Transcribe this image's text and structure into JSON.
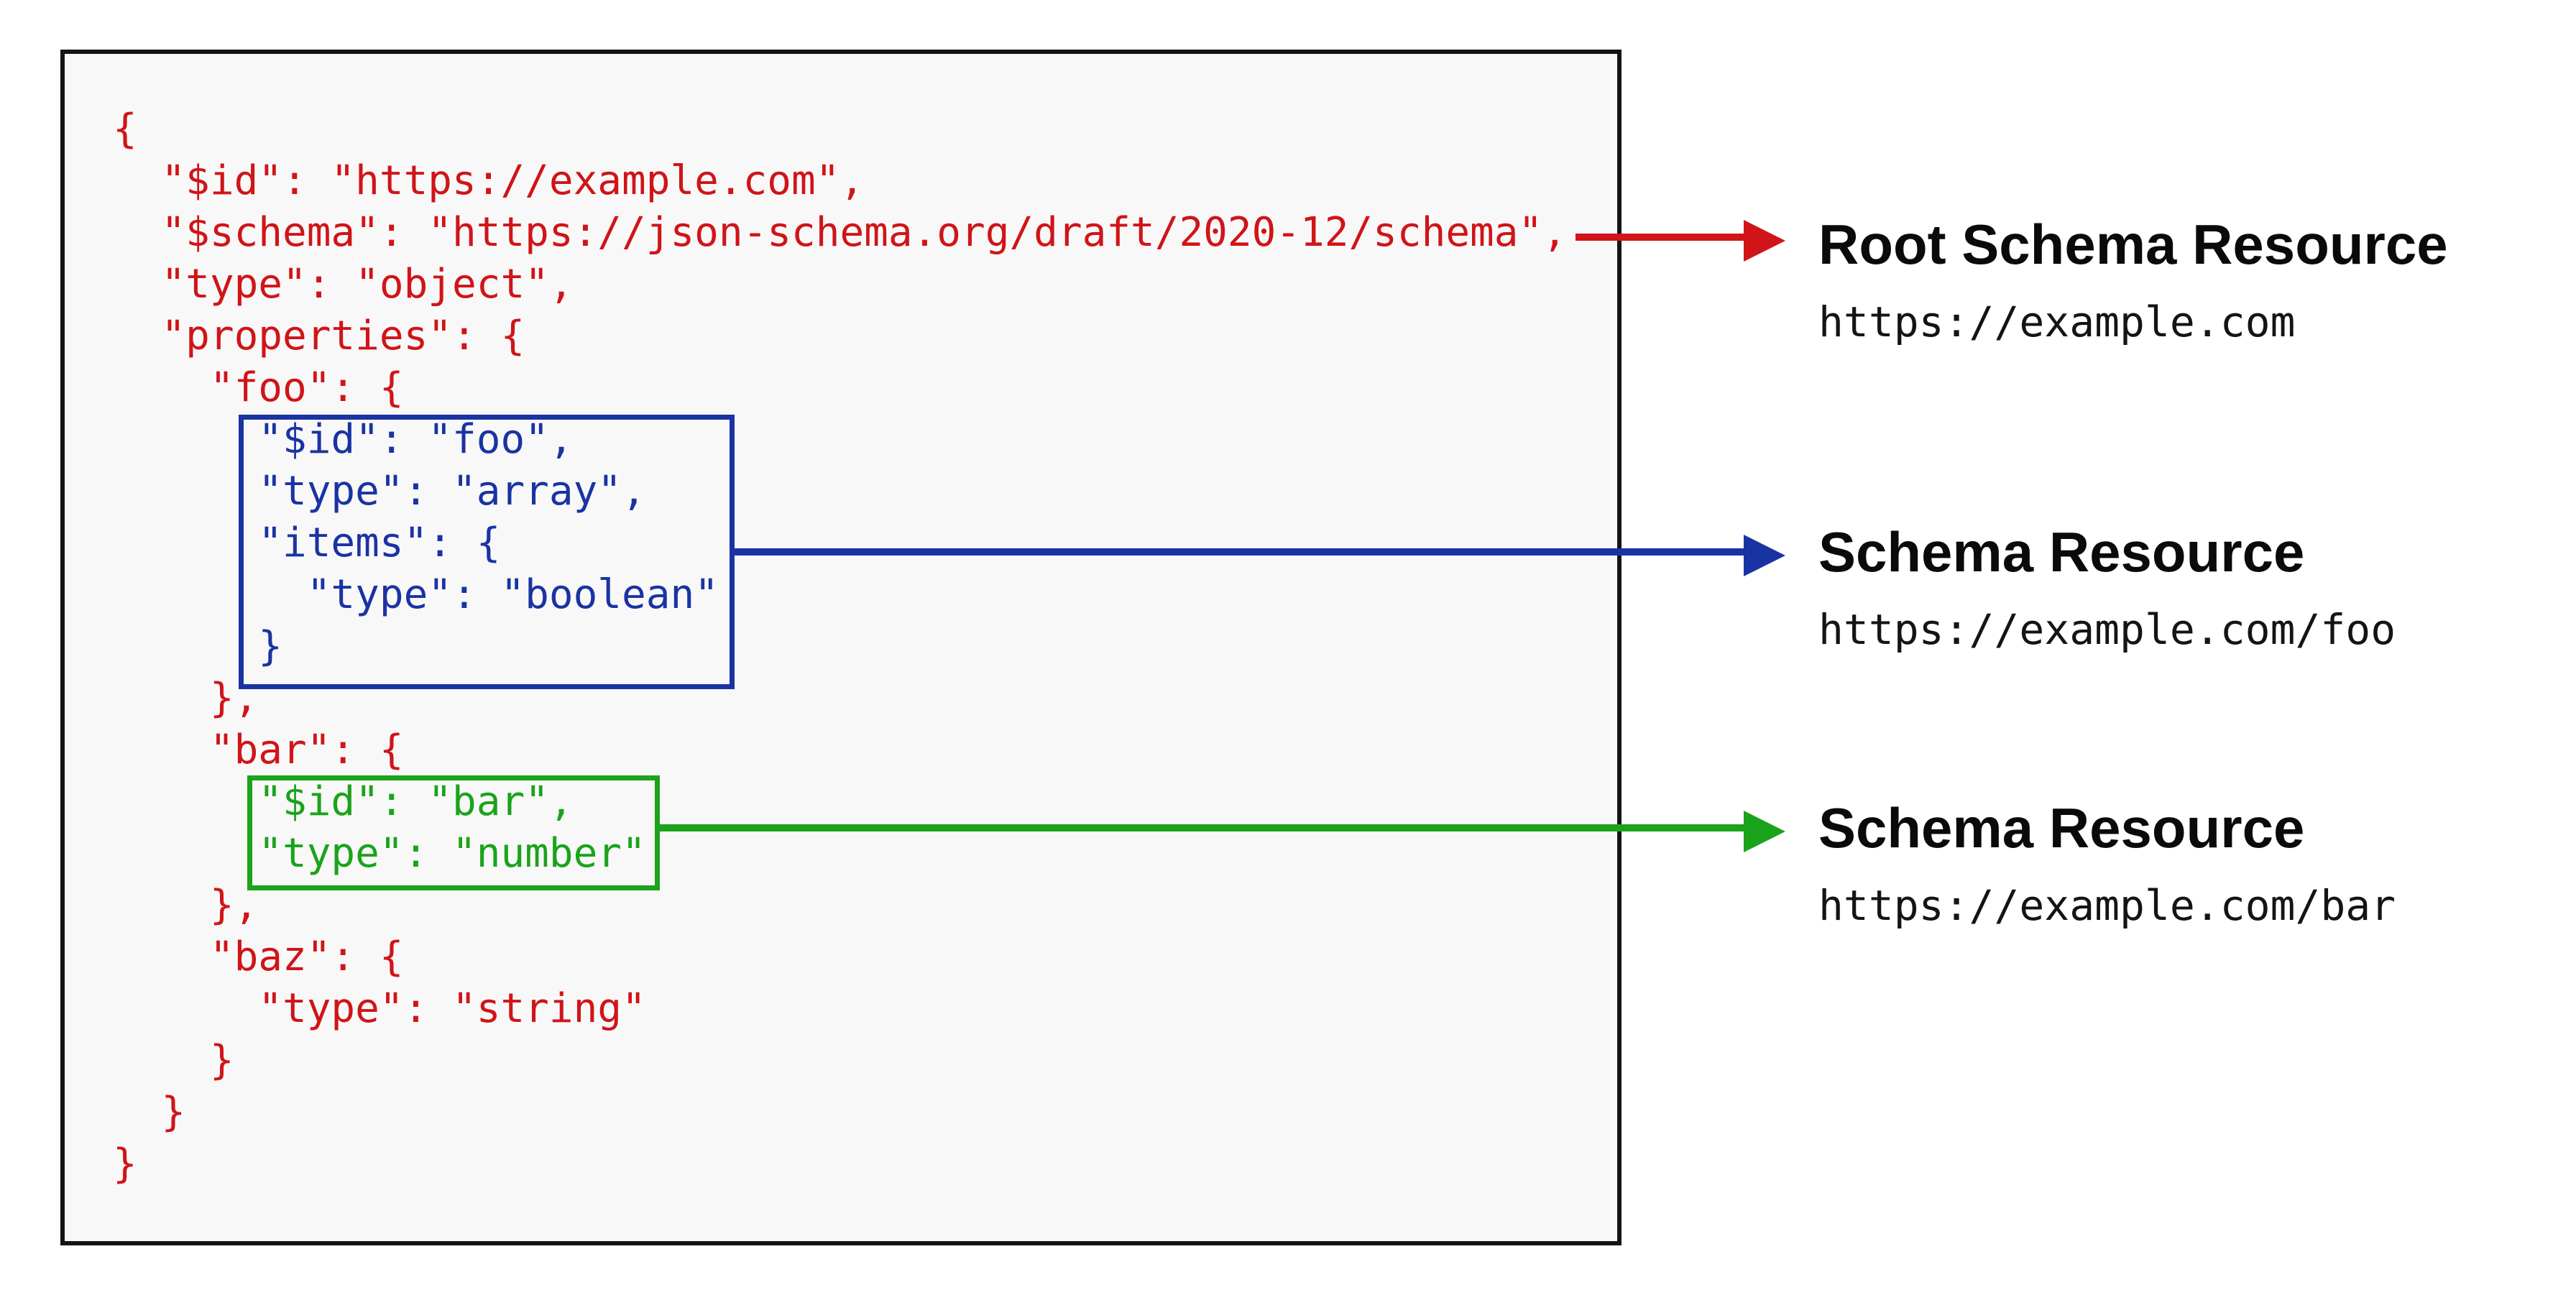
{
  "colors": {
    "red": "#d01418",
    "blue": "#1a33a3",
    "green": "#1ba31b",
    "text": "#0a0a0a",
    "box_border": "#141414",
    "box_background": "#f8f8f8"
  },
  "code": {
    "lines": [
      {
        "text": "{",
        "color": "red"
      },
      {
        "text": "  \"$id\": \"https://example.com\",",
        "color": "red"
      },
      {
        "text": "  \"$schema\": \"https://json-schema.org/draft/2020-12/schema\",",
        "color": "red"
      },
      {
        "text": "  \"type\": \"object\",",
        "color": "red"
      },
      {
        "text": "  \"properties\": {",
        "color": "red"
      },
      {
        "text": "    \"foo\": {",
        "color": "red"
      },
      {
        "text": "      \"$id\": \"foo\",",
        "color": "blue"
      },
      {
        "text": "      \"type\": \"array\",",
        "color": "blue"
      },
      {
        "text": "      \"items\": {",
        "color": "blue"
      },
      {
        "text": "        \"type\": \"boolean\"",
        "color": "blue"
      },
      {
        "text": "      }",
        "color": "blue"
      },
      {
        "text": "    },",
        "color": "red"
      },
      {
        "text": "    \"bar\": {",
        "color": "red"
      },
      {
        "text": "      \"$id\": \"bar\",",
        "color": "green"
      },
      {
        "text": "      \"type\": \"number\"",
        "color": "green"
      },
      {
        "text": "    },",
        "color": "red"
      },
      {
        "text": "    \"baz\": {",
        "color": "red"
      },
      {
        "text": "      \"type\": \"string\"",
        "color": "red"
      },
      {
        "text": "    }",
        "color": "red"
      },
      {
        "text": "  }",
        "color": "red"
      },
      {
        "text": "}",
        "color": "red"
      }
    ]
  },
  "annotations": [
    {
      "title": "Root Schema Resource",
      "url": "https://example.com",
      "color": "red"
    },
    {
      "title": "Schema Resource",
      "url": "https://example.com/foo",
      "color": "blue"
    },
    {
      "title": "Schema Resource",
      "url": "https://example.com/bar",
      "color": "green"
    }
  ]
}
